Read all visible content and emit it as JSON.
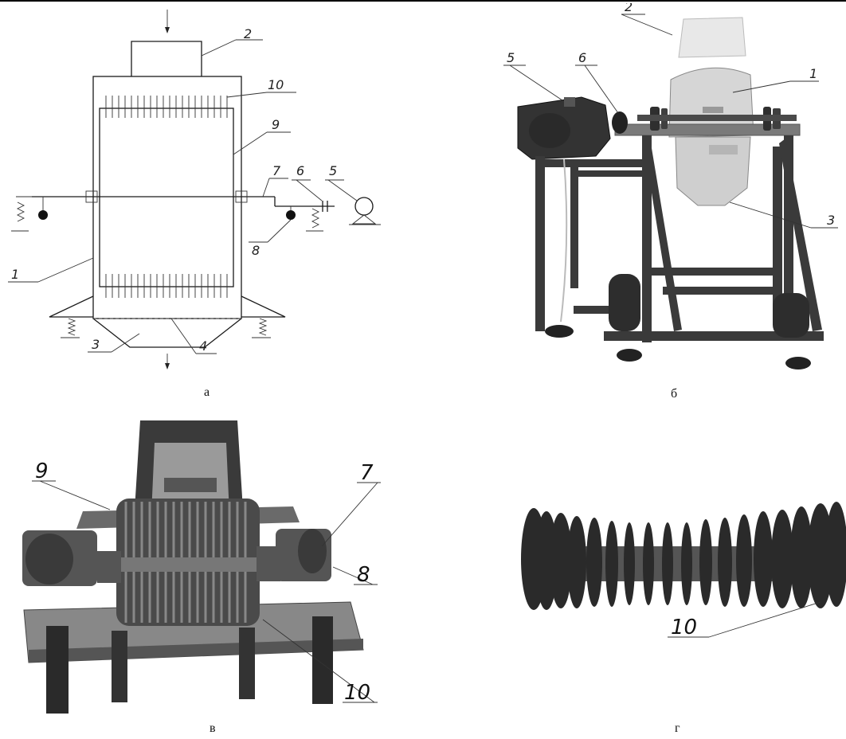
{
  "figure": {
    "panels": [
      {
        "id": "a",
        "caption": "а"
      },
      {
        "id": "b",
        "caption": "б"
      },
      {
        "id": "c",
        "caption": "в"
      },
      {
        "id": "d",
        "caption": "г"
      }
    ],
    "labels_a": [
      "1",
      "2",
      "3",
      "4",
      "5",
      "6",
      "7",
      "8",
      "9",
      "10"
    ],
    "labels_b": [
      "1",
      "2",
      "3",
      "5",
      "6"
    ],
    "labels_c": [
      "7",
      "8",
      "9",
      "10"
    ],
    "labels_d": [
      "10"
    ]
  },
  "colors": {
    "line": "#1a1a1a",
    "steel_dark": "#2f2f2f",
    "steel_mid": "#7a7a7a",
    "sheet_metal": "#d9d9d9",
    "background": "#ffffff"
  }
}
